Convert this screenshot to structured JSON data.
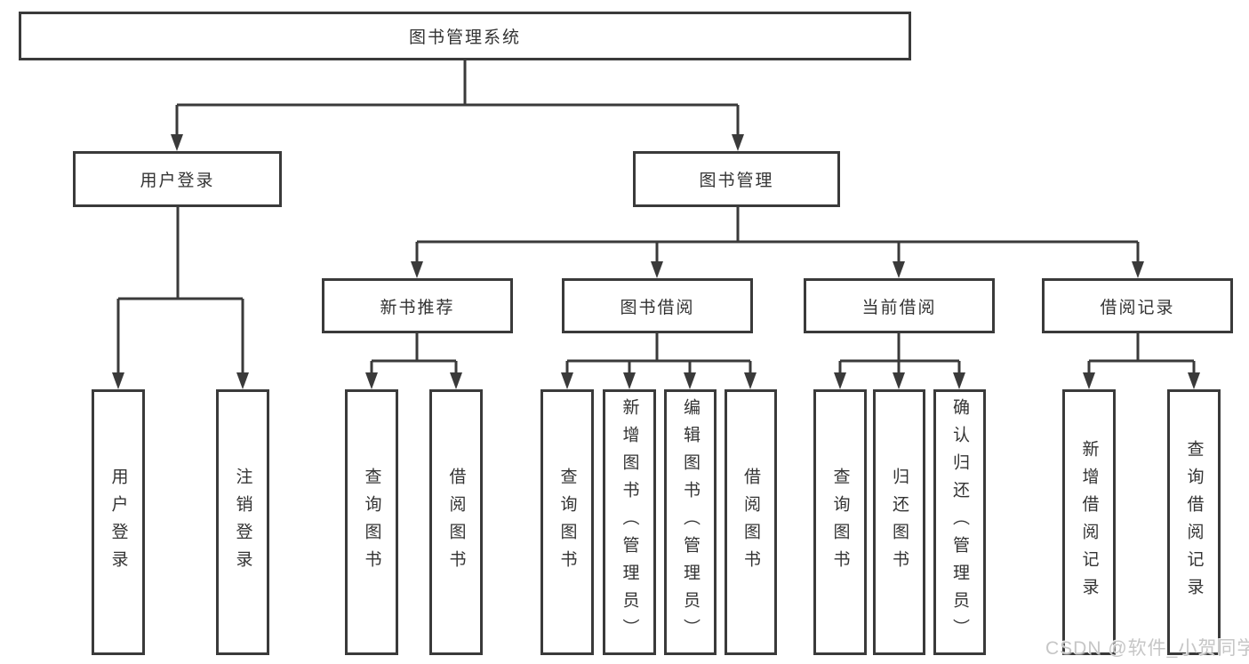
{
  "tree": {
    "root": {
      "label": "图书管理系统",
      "children": [
        {
          "label": "用户登录",
          "children": [
            {
              "label": "用户登录"
            },
            {
              "label": "注销登录"
            }
          ]
        },
        {
          "label": "图书管理",
          "children": [
            {
              "label": "新书推荐",
              "children": [
                {
                  "label": "查询图书"
                },
                {
                  "label": "借阅图书"
                }
              ]
            },
            {
              "label": "图书借阅",
              "children": [
                {
                  "label": "查询图书"
                },
                {
                  "label": "新增图书（管理员）"
                },
                {
                  "label": "编辑图书（管理员）"
                },
                {
                  "label": "借阅图书"
                }
              ]
            },
            {
              "label": "当前借阅",
              "children": [
                {
                  "label": "查询图书"
                },
                {
                  "label": "归还图书"
                },
                {
                  "label": "确认归还（管理员）"
                }
              ]
            },
            {
              "label": "借阅记录",
              "children": [
                {
                  "label": "新增借阅记录"
                },
                {
                  "label": "查询借阅记录"
                }
              ]
            }
          ]
        }
      ]
    }
  },
  "watermark": "CSDN @软件_小贺同学",
  "colors": {
    "line": "#3a3a3a",
    "text": "#333333",
    "watermark": "#c6c6c6",
    "background": "#ffffff"
  }
}
